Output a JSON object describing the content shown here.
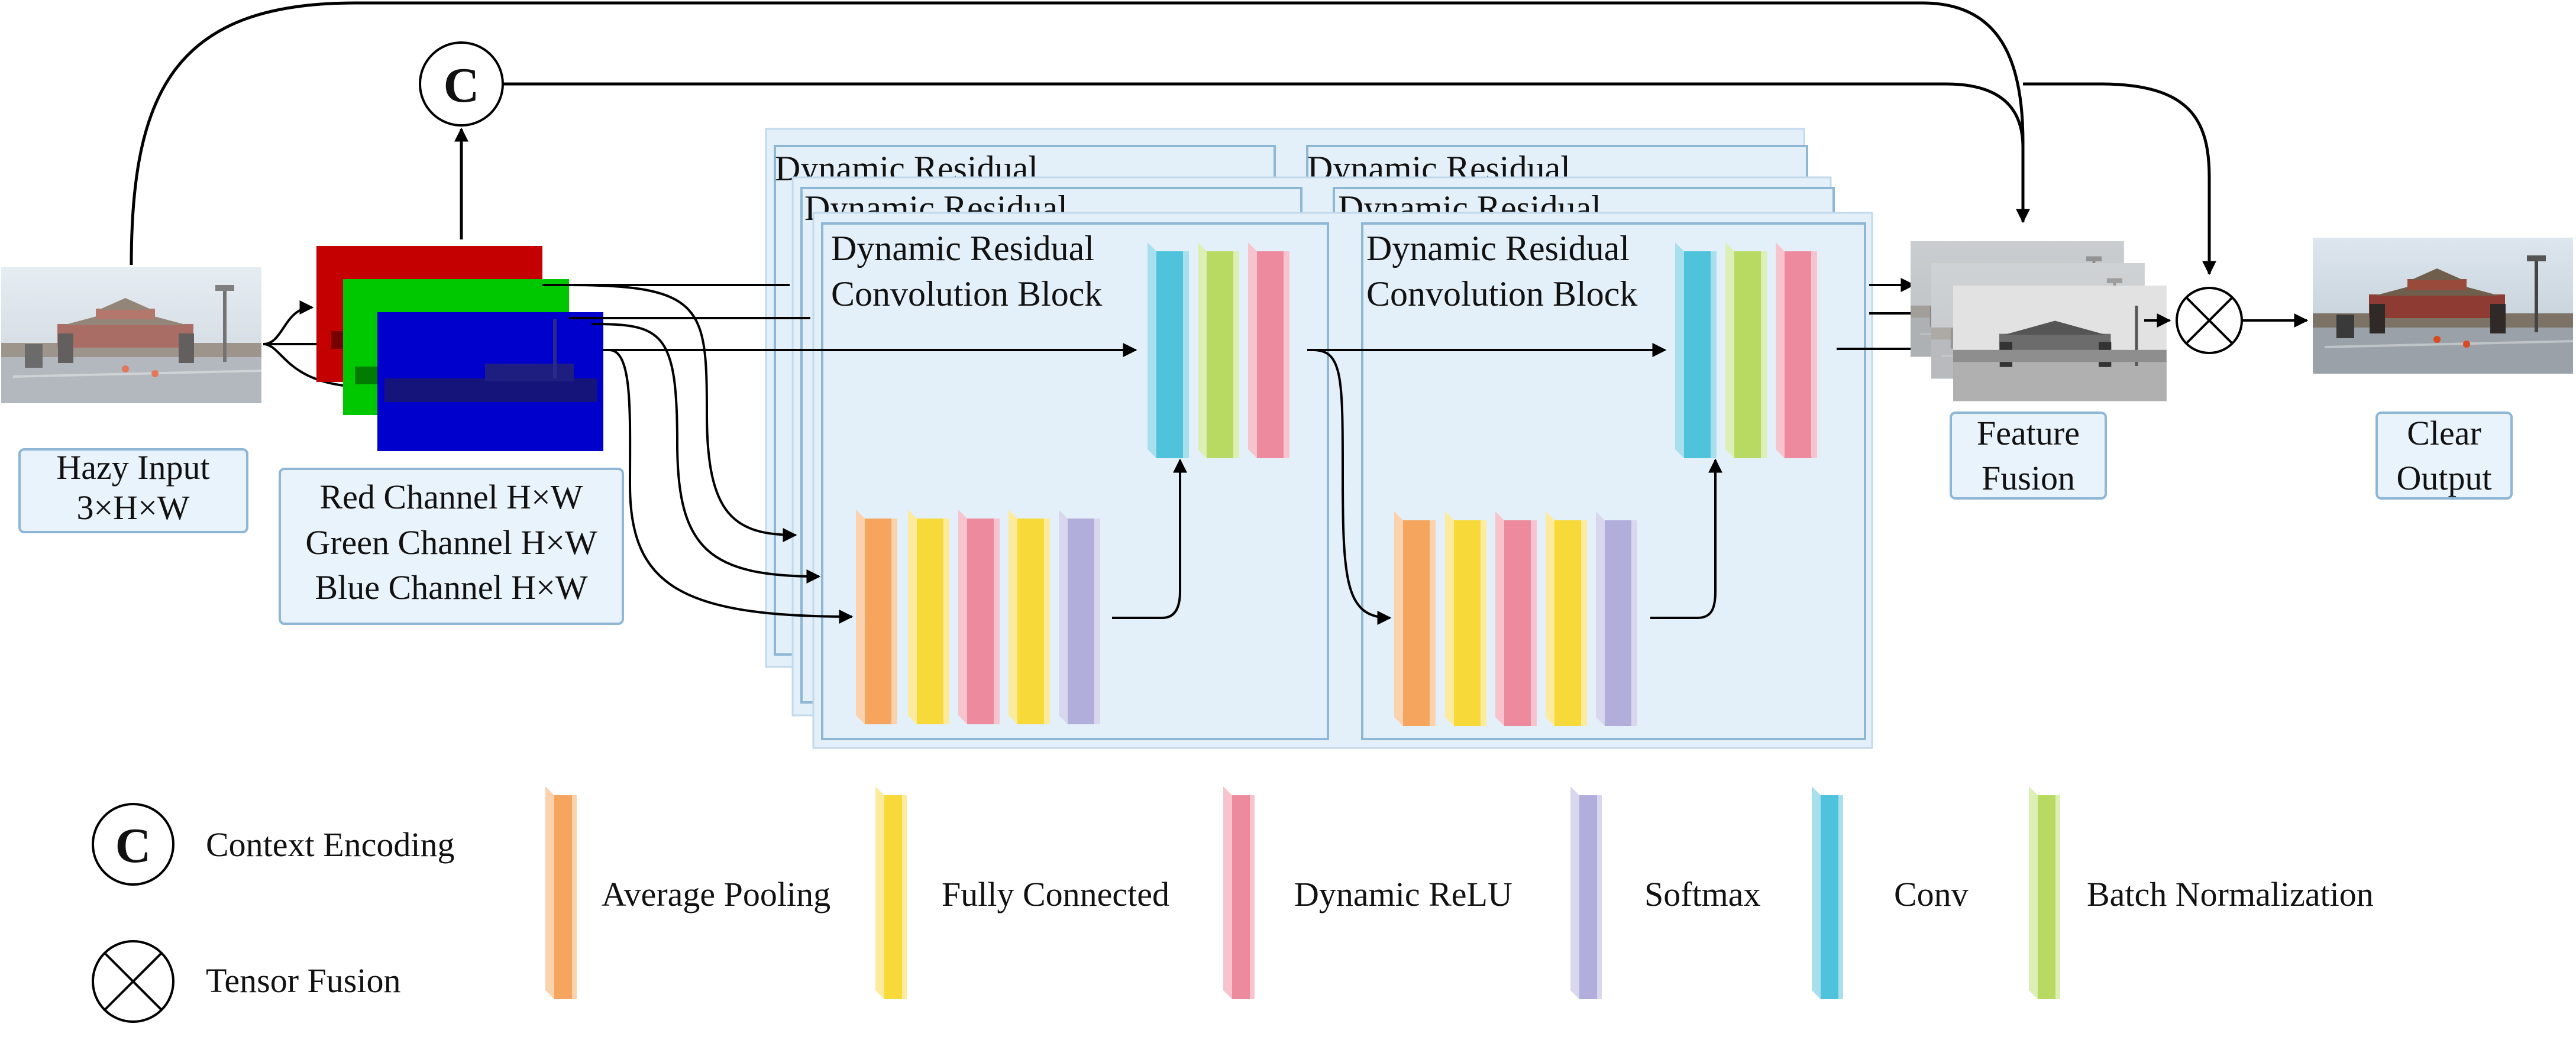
{
  "nodes": {
    "input_label_line1": "Hazy Input",
    "input_label_line2": "3×H×W",
    "channels_line1": "Red Channel H×W",
    "channels_line2": "Green Channel H×W",
    "channels_line3": "Blue Channel H×W",
    "block_title_line1": "Dynamic Residual",
    "block_title_line2": "Convolution Block",
    "fusion_line1": "Feature",
    "fusion_line2": "Fusion",
    "output_line1": "Clear",
    "output_line2": "Output",
    "context_symbol": "C"
  },
  "legend": {
    "context_encoding": "Context Encoding",
    "tensor_fusion": "Tensor Fusion",
    "average_pooling": "Average Pooling",
    "fully_connected": "Fully Connected",
    "dynamic_relu": "Dynamic ReLU",
    "softmax": "Softmax",
    "conv": "Conv",
    "batch_normalization": "Batch Normalization"
  },
  "colors": {
    "average_pooling": "#F6A55E",
    "fully_connected": "#F8D93A",
    "dynamic_relu": "#EE8A9E",
    "softmax": "#B1AEDC",
    "conv": "#4FC3DC",
    "batch_normalization": "#B8DA62",
    "panel_fill": "#E3F0F9",
    "panel_border": "#8EB7D6",
    "red_channel": "#C40000",
    "green_channel": "#00C800",
    "blue_channel": "#0000CC"
  },
  "icons": {
    "context": "circle-c-icon",
    "fusion": "circle-x-icon"
  }
}
